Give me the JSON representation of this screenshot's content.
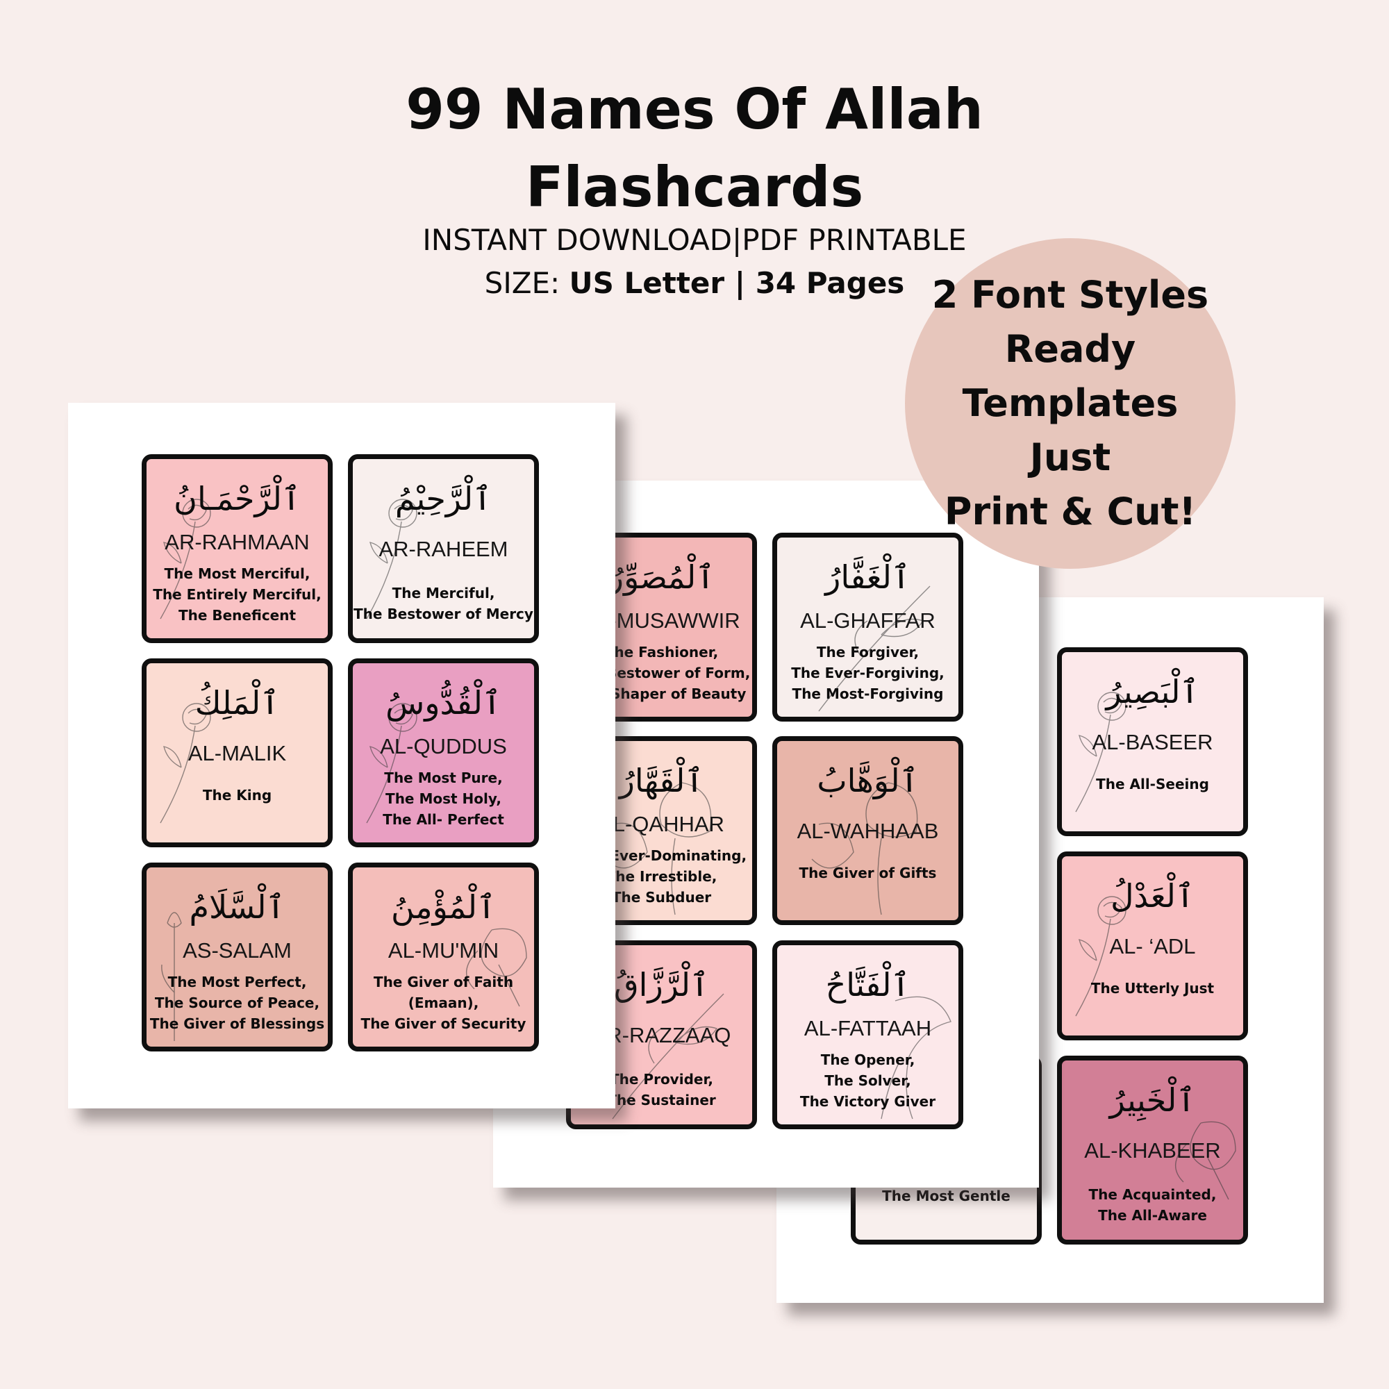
{
  "header": {
    "title_line1": "99 Names Of Allah",
    "title_line2": "Flashcards",
    "subtitle_line1": "INSTANT DOWNLOAD|PDF PRINTABLE",
    "size_label": "SIZE: ",
    "size_value": "US Letter | 34 Pages"
  },
  "badge": {
    "line1": "2 Font Styles",
    "line2": "Ready Templates",
    "line3": "Just",
    "line4": "Print & Cut!"
  },
  "colors": {
    "background": "#f8eeec",
    "badge": "#e7c6bc",
    "card_border": "#0f0f0f"
  },
  "sheet_left": {
    "cards": [
      {
        "arabic": "ٱلْرَّحْمَـانُ",
        "translit": "AR-RAHMAAN",
        "meaning": "The Most Merciful,\nThe Entirely Merciful,\nThe Beneficent",
        "bg": "#f9c2c4",
        "icon": "rose-line-icon"
      },
      {
        "arabic": "ٱلْرَّحِيْمُ",
        "translit": "AR-RAHEEM",
        "meaning": "The Merciful,\nThe Bestower of Mercy",
        "bg": "#f8efed",
        "icon": "rose-line-icon"
      },
      {
        "arabic": "ٱلْمَلِكُ",
        "translit": "AL-MALIK",
        "meaning": "The King",
        "bg": "#fbdcd2",
        "icon": "rose-line-icon"
      },
      {
        "arabic": "ٱلْقُدُّوسُ",
        "translit": "AL-QUDDUS",
        "meaning": "The Most Pure,\nThe Most Holy,\nThe All- Perfect",
        "bg": "#e99fc2",
        "icon": "rose-line-icon"
      },
      {
        "arabic": "ٱلْسَّلَامُ",
        "translit": "AS-SALAM",
        "meaning": "The Most Perfect,\nThe Source of Peace,\nThe Giver of Blessings",
        "bg": "#e8b5a9",
        "icon": "tulip-line-icon"
      },
      {
        "arabic": "ٱلْمُؤْمِنُ",
        "translit": "AL-MU'MIN",
        "meaning": "The Giver of Faith\n(Emaan),\nThe Giver of Security",
        "bg": "#f4beba",
        "icon": "hibiscus-line-icon"
      }
    ]
  },
  "sheet_middle": {
    "cards": [
      {
        "arabic": "ٱلْمُصَوِّرُ",
        "translit": "AL-MUSAWWIR",
        "meaning": "The Fashioner,\nThe Bestower of Form,\nThe Shaper of Beauty",
        "bg": "#f3b7b7",
        "icon": "tulip-line-icon"
      },
      {
        "arabic": "ٱلْغَفَّارُ",
        "translit": "AL-GHAFFAR",
        "meaning": "The Forgiver,\nThe Ever-Forgiving,\nThe Most-Forgiving",
        "bg": "#f7eeec",
        "icon": "lily-line-icon"
      },
      {
        "arabic": "ٱلْقَهَّارُ",
        "translit": "AL-QAHHAR",
        "meaning": "The Ever-Dominating,\nThe Irrestible,\nThe Subduer",
        "bg": "#fbdcd2",
        "icon": "poppy-line-icon"
      },
      {
        "arabic": "ٱلْوَهَّابُ",
        "translit": "AL-WAHHAAB",
        "meaning": "The Giver of Gifts",
        "bg": "#e8b5a9",
        "icon": "poppy-line-icon"
      },
      {
        "arabic": "ٱلْرَّزَّاقُ",
        "translit": "AR-RAZZAAQ",
        "meaning": "The Provider,\nThe Sustainer",
        "bg": "#f9c2c4",
        "icon": "lily-line-icon"
      },
      {
        "arabic": "ٱلْفَتَّاحُ",
        "translit": "AL-FATTAAH",
        "meaning": "The Opener,\nThe Solver,\nThe Victory Giver",
        "bg": "#fce8ea",
        "icon": "calla-line-icon"
      }
    ]
  },
  "sheet_right": {
    "cards": [
      {
        "arabic": "ٱلْبَصِيرُ",
        "translit": "AL-BASEER",
        "meaning": "The All-Seeing",
        "bg": "#fce8ea",
        "icon": "rose-line-icon"
      },
      {
        "arabic": "ٱلْعَدْلُ",
        "translit": "AL- ‘ADL",
        "meaning": "The Utterly Just",
        "bg": "#f9c2c4",
        "icon": "rose-line-icon"
      },
      {
        "arabic": "ٱلْخَبِيرُ",
        "translit": "AL-KHABEER",
        "meaning": "The Acquainted,\nThe All-Aware",
        "bg": "#d27f96",
        "icon": "hibiscus-line-icon"
      },
      {
        "arabic": "",
        "translit": "",
        "meaning": "The Gracious,\nThe Most Gentle",
        "bg": "#f8efed",
        "icon": ""
      }
    ]
  }
}
